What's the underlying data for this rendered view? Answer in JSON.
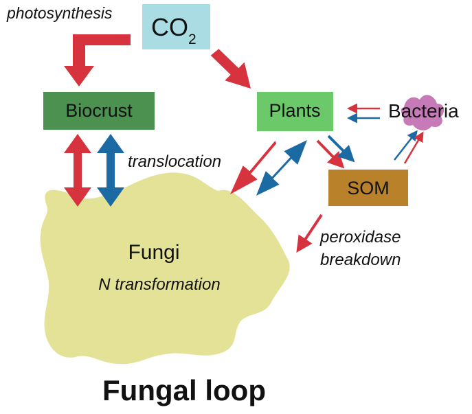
{
  "labels": {
    "photosynthesis": "photosynthesis",
    "co2_main": "CO",
    "co2_sub": "2",
    "biocrust": "Biocrust",
    "plants": "Plants",
    "bacteria": "Bacteria",
    "translocation": "translocation",
    "som": "SOM",
    "fungi": "Fungi",
    "n_transformation": "N transformation",
    "peroxidase": "peroxidase",
    "breakdown": "breakdown",
    "title": "Fungal loop"
  },
  "colors": {
    "red_arrow": "#d6333f",
    "blue_arrow": "#1c6aa3",
    "co2_box": "#a9dde3",
    "biocrust_box": "#4d9150",
    "plants_box": "#6cc96a",
    "som_box": "#b9822a",
    "bacteria_blob": "#c77ab8",
    "fungi_blob": "#e3e296"
  },
  "icons": {
    "bacteria": "bacteria-blob",
    "fungi": "fungi-blob"
  }
}
